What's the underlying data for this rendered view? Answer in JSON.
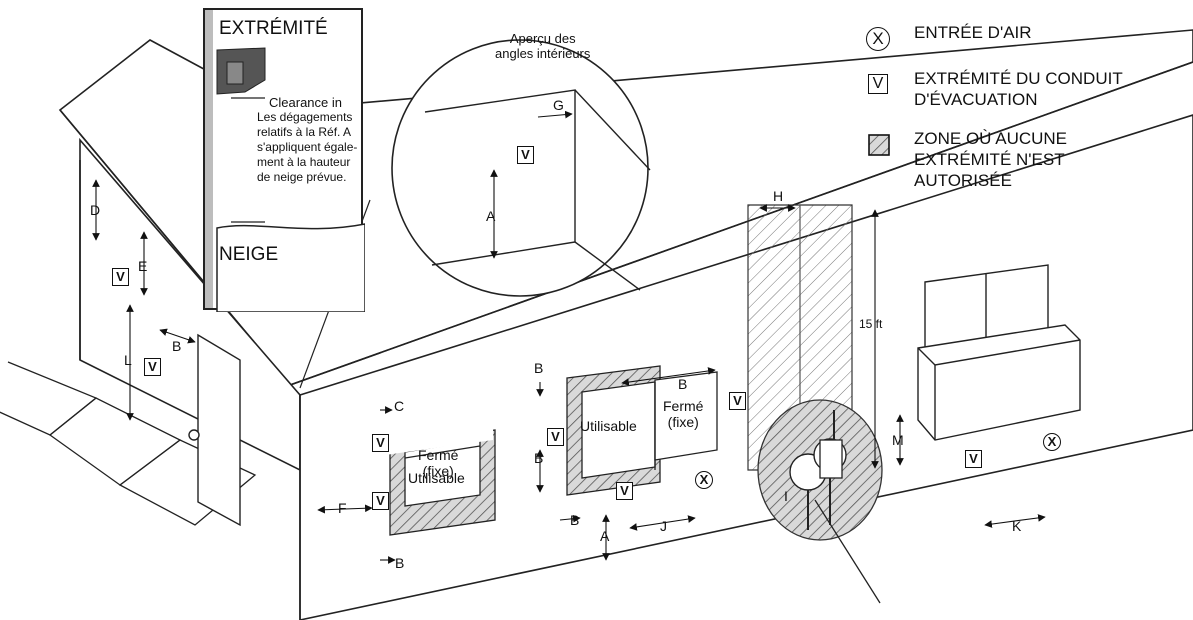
{
  "inset": {
    "top_label": "EXTRÉMITÉ",
    "clearance_label": "Clearance in",
    "note_lines": [
      "Les dégagements",
      "relatifs à la Réf. A",
      "s'appliquent égale-",
      "ment à la hauteur",
      "de neige prévue."
    ],
    "bottom_label": "NEIGE"
  },
  "corner_view": {
    "title_line1": "Aperçu des",
    "title_line2": "angles intérieurs"
  },
  "legend": {
    "air_inlet": "ENTRÉE D'AIR",
    "vent_terminal_line1": "EXTRÉMITÉ DU CONDUIT",
    "vent_terminal_line2": "D'ÉVACUATION",
    "no_terminal_line1": "ZONE OÙ AUCUNE",
    "no_terminal_line2": "EXTRÉMITÉ N'EST",
    "no_terminal_line3": "AUTORISÉE",
    "x_symbol": "X",
    "v_symbol": "V"
  },
  "windows": {
    "closed_fixed_line1": "Fermé",
    "closed_fixed_line2": "(fixe)",
    "usable": "Utilisable"
  },
  "dimensions": {
    "A": "A",
    "B": "B",
    "C": "C",
    "D": "D",
    "E": "E",
    "F": "F",
    "G": "G",
    "H": "H",
    "I": "I",
    "J": "J",
    "K": "K",
    "L": "L",
    "M": "M",
    "height_15ft": "15 ft"
  }
}
